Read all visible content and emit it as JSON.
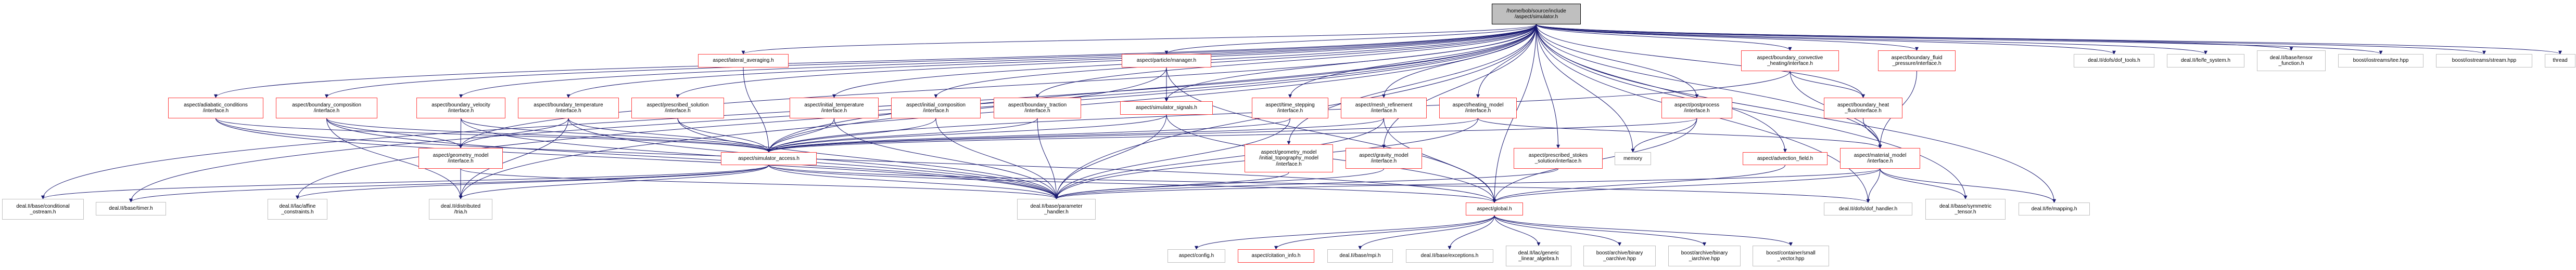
{
  "colors": {
    "edge": "#191970",
    "highlighted_border": "#ff3b3b",
    "plain_border": "#bfbfbf",
    "root_fill": "#bfbfbf"
  },
  "nodes": [
    {
      "id": "simulator",
      "label": "/home/bob/source/include\n/aspect/simulator.h",
      "kind": "root"
    },
    {
      "id": "conditional_ostream",
      "label": "deal.II/base/conditional\n_ostream.h",
      "kind": "plain"
    },
    {
      "id": "timer",
      "label": "deal.II/base/timer.h",
      "kind": "plain"
    },
    {
      "id": "affine_constraints",
      "label": "deal.II/lac/affine\n_constraints.h",
      "kind": "plain"
    },
    {
      "id": "adiabatic",
      "label": "aspect/adiabatic_conditions\n/interface.h",
      "kind": "red"
    },
    {
      "id": "boundary_composition",
      "label": "aspect/boundary_composition\n/interface.h",
      "kind": "red"
    },
    {
      "id": "boundary_velocity",
      "label": "aspect/boundary_velocity\n/interface.h",
      "kind": "red"
    },
    {
      "id": "boundary_temperature",
      "label": "aspect/boundary_temperature\n/interface.h",
      "kind": "red"
    },
    {
      "id": "prescribed_solution",
      "label": "aspect/prescribed_solution\n/interface.h",
      "kind": "red"
    },
    {
      "id": "lateral_averaging",
      "label": "aspect/lateral_averaging.h",
      "kind": "red"
    },
    {
      "id": "geometry_model",
      "label": "aspect/geometry_model\n/interface.h",
      "kind": "red"
    },
    {
      "id": "distributed_tria",
      "label": "deal.II/distributed\n/tria.h",
      "kind": "plain"
    },
    {
      "id": "simulator_access",
      "label": "aspect/simulator_access.h",
      "kind": "red"
    },
    {
      "id": "initial_temperature",
      "label": "aspect/initial_temperature\n/interface.h",
      "kind": "red"
    },
    {
      "id": "initial_composition",
      "label": "aspect/initial_composition\n/interface.h",
      "kind": "red"
    },
    {
      "id": "boundary_traction",
      "label": "aspect/boundary_traction\n/interface.h",
      "kind": "red"
    },
    {
      "id": "parameter_handler",
      "label": "deal.II/base/parameter\n_handler.h",
      "kind": "plain"
    },
    {
      "id": "particle_manager",
      "label": "aspect/particle/manager.h",
      "kind": "red"
    },
    {
      "id": "simulator_signals",
      "label": "aspect/simulator_signals.h",
      "kind": "red"
    },
    {
      "id": "time_stepping",
      "label": "aspect/time_stepping\n/interface.h",
      "kind": "red"
    },
    {
      "id": "mesh_refinement",
      "label": "aspect/mesh_refinement\n/interface.h",
      "kind": "red"
    },
    {
      "id": "heating_model",
      "label": "aspect/heating_model\n/interface.h",
      "kind": "red"
    },
    {
      "id": "initial_topography",
      "label": "aspect/geometry_model\n/initial_topography_model\n/interface.h",
      "kind": "red"
    },
    {
      "id": "gravity_model",
      "label": "aspect/gravity_model\n/interface.h",
      "kind": "red"
    },
    {
      "id": "global",
      "label": "aspect/global.h",
      "kind": "red"
    },
    {
      "id": "prescribed_stokes",
      "label": "aspect/prescribed_stokes\n_solution/interface.h",
      "kind": "red"
    },
    {
      "id": "memory",
      "label": "memory",
      "kind": "plain"
    },
    {
      "id": "postprocess",
      "label": "aspect/postprocess\n/interface.h",
      "kind": "red"
    },
    {
      "id": "boundary_convective",
      "label": "aspect/boundary_convective\n_heating/interface.h",
      "kind": "red"
    },
    {
      "id": "advection_field",
      "label": "aspect/advection_field.h",
      "kind": "red"
    },
    {
      "id": "boundary_fluid",
      "label": "aspect/boundary_fluid\n_pressure/interface.h",
      "kind": "red"
    },
    {
      "id": "boundary_heat_flux",
      "label": "aspect/boundary_heat\n_flux/interface.h",
      "kind": "red"
    },
    {
      "id": "material_model",
      "label": "aspect/material_model\n/interface.h",
      "kind": "red"
    },
    {
      "id": "dof_handler",
      "label": "deal.II/dofs/dof_handler.h",
      "kind": "plain"
    },
    {
      "id": "symmetric_tensor",
      "label": "deal.II/base/symmetric\n_tensor.h",
      "kind": "plain"
    },
    {
      "id": "mapping",
      "label": "deal.II/fe/mapping.h",
      "kind": "plain"
    },
    {
      "id": "dof_tools",
      "label": "deal.II/dofs/dof_tools.h",
      "kind": "plain"
    },
    {
      "id": "fe_system",
      "label": "deal.II/fe/fe_system.h",
      "kind": "plain"
    },
    {
      "id": "tensor_function",
      "label": "deal.II/base/tensor\n_function.h",
      "kind": "plain"
    },
    {
      "id": "tee",
      "label": "boost/iostreams/tee.hpp",
      "kind": "plain"
    },
    {
      "id": "stream",
      "label": "boost/iostreams/stream.hpp",
      "kind": "plain"
    },
    {
      "id": "thread",
      "label": "thread",
      "kind": "plain"
    },
    {
      "id": "config",
      "label": "aspect/config.h",
      "kind": "plain"
    },
    {
      "id": "citation_info",
      "label": "aspect/citation_info.h",
      "kind": "red"
    },
    {
      "id": "mpi",
      "label": "deal.II/base/mpi.h",
      "kind": "plain"
    },
    {
      "id": "exceptions",
      "label": "deal.II/base/exceptions.h",
      "kind": "plain"
    },
    {
      "id": "generic_linear_algebra",
      "label": "deal.II/lac/generic\n_linear_algebra.h",
      "kind": "plain"
    },
    {
      "id": "binary_oarchive",
      "label": "boost/archive/binary\n_oarchive.hpp",
      "kind": "plain"
    },
    {
      "id": "binary_iarchive",
      "label": "boost/archive/binary\n_iarchive.hpp",
      "kind": "plain"
    },
    {
      "id": "small_vector",
      "label": "boost/container/small\n_vector.hpp",
      "kind": "plain"
    }
  ],
  "edges": [
    [
      "simulator",
      "conditional_ostream"
    ],
    [
      "simulator",
      "timer"
    ],
    [
      "simulator",
      "affine_constraints"
    ],
    [
      "simulator",
      "adiabatic"
    ],
    [
      "simulator",
      "boundary_composition"
    ],
    [
      "simulator",
      "boundary_velocity"
    ],
    [
      "simulator",
      "boundary_temperature"
    ],
    [
      "simulator",
      "prescribed_solution"
    ],
    [
      "simulator",
      "lateral_averaging"
    ],
    [
      "simulator",
      "geometry_model"
    ],
    [
      "simulator",
      "distributed_tria"
    ],
    [
      "simulator",
      "simulator_access"
    ],
    [
      "simulator",
      "initial_temperature"
    ],
    [
      "simulator",
      "initial_composition"
    ],
    [
      "simulator",
      "boundary_traction"
    ],
    [
      "simulator",
      "parameter_handler"
    ],
    [
      "simulator",
      "particle_manager"
    ],
    [
      "simulator",
      "simulator_signals"
    ],
    [
      "simulator",
      "time_stepping"
    ],
    [
      "simulator",
      "mesh_refinement"
    ],
    [
      "simulator",
      "heating_model"
    ],
    [
      "simulator",
      "initial_topography"
    ],
    [
      "simulator",
      "gravity_model"
    ],
    [
      "simulator",
      "global"
    ],
    [
      "simulator",
      "prescribed_stokes"
    ],
    [
      "simulator",
      "memory"
    ],
    [
      "simulator",
      "postprocess"
    ],
    [
      "simulator",
      "boundary_convective"
    ],
    [
      "simulator",
      "advection_field"
    ],
    [
      "simulator",
      "boundary_fluid"
    ],
    [
      "simulator",
      "boundary_heat_flux"
    ],
    [
      "simulator",
      "material_model"
    ],
    [
      "simulator",
      "dof_handler"
    ],
    [
      "simulator",
      "symmetric_tensor"
    ],
    [
      "simulator",
      "mapping"
    ],
    [
      "simulator",
      "dof_tools"
    ],
    [
      "simulator",
      "fe_system"
    ],
    [
      "simulator",
      "tensor_function"
    ],
    [
      "simulator",
      "tee"
    ],
    [
      "simulator",
      "stream"
    ],
    [
      "simulator",
      "thread"
    ],
    [
      "adiabatic",
      "simulator_access"
    ],
    [
      "adiabatic",
      "parameter_handler"
    ],
    [
      "adiabatic",
      "global"
    ],
    [
      "boundary_composition",
      "simulator_access"
    ],
    [
      "boundary_composition",
      "geometry_model"
    ],
    [
      "boundary_composition",
      "distributed_tria"
    ],
    [
      "boundary_composition",
      "parameter_handler"
    ],
    [
      "boundary_velocity",
      "geometry_model"
    ],
    [
      "boundary_velocity",
      "simulator_access"
    ],
    [
      "boundary_velocity",
      "parameter_handler"
    ],
    [
      "boundary_temperature",
      "geometry_model"
    ],
    [
      "boundary_temperature",
      "distributed_tria"
    ],
    [
      "boundary_temperature",
      "simulator_access"
    ],
    [
      "boundary_temperature",
      "parameter_handler"
    ],
    [
      "prescribed_solution",
      "simulator_access"
    ],
    [
      "prescribed_solution",
      "parameter_handler"
    ],
    [
      "lateral_averaging",
      "simulator_access"
    ],
    [
      "geometry_model",
      "distributed_tria"
    ],
    [
      "geometry_model",
      "parameter_handler"
    ],
    [
      "simulator_access",
      "conditional_ostream"
    ],
    [
      "simulator_access",
      "timer"
    ],
    [
      "simulator_access",
      "affine_constraints"
    ],
    [
      "simulator_access",
      "distributed_tria"
    ],
    [
      "simulator_access",
      "parameter_handler"
    ],
    [
      "simulator_access",
      "global"
    ],
    [
      "simulator_access",
      "dof_handler"
    ],
    [
      "initial_temperature",
      "simulator_access"
    ],
    [
      "initial_temperature",
      "parameter_handler"
    ],
    [
      "initial_composition",
      "simulator_access"
    ],
    [
      "initial_composition",
      "parameter_handler"
    ],
    [
      "boundary_traction",
      "simulator_access"
    ],
    [
      "boundary_traction",
      "parameter_handler"
    ],
    [
      "particle_manager",
      "simulator_signals"
    ],
    [
      "particle_manager",
      "simulator_access"
    ],
    [
      "particle_manager",
      "global"
    ],
    [
      "simulator_signals",
      "simulator_access"
    ],
    [
      "simulator_signals",
      "parameter_handler"
    ],
    [
      "simulator_signals",
      "global"
    ],
    [
      "time_stepping",
      "simulator_access"
    ],
    [
      "time_stepping",
      "parameter_handler"
    ],
    [
      "mesh_refinement",
      "simulator_access"
    ],
    [
      "mesh_refinement",
      "parameter_handler"
    ],
    [
      "mesh_refinement",
      "global"
    ],
    [
      "heating_model",
      "simulator_access"
    ],
    [
      "heating_model",
      "material_model"
    ],
    [
      "heating_model",
      "parameter_handler"
    ],
    [
      "initial_topography",
      "parameter_handler"
    ],
    [
      "gravity_model",
      "parameter_handler"
    ],
    [
      "prescribed_stokes",
      "parameter_handler"
    ],
    [
      "postprocess",
      "memory"
    ],
    [
      "postprocess",
      "global"
    ],
    [
      "postprocess",
      "simulator_access"
    ],
    [
      "boundary_convective",
      "boundary_heat_flux"
    ],
    [
      "boundary_convective",
      "material_model"
    ],
    [
      "boundary_convective",
      "simulator_access"
    ],
    [
      "advection_field",
      "global"
    ],
    [
      "boundary_fluid",
      "material_model"
    ],
    [
      "boundary_heat_flux",
      "material_model"
    ],
    [
      "material_model",
      "dof_handler"
    ],
    [
      "material_model",
      "symmetric_tensor"
    ],
    [
      "material_model",
      "mapping"
    ],
    [
      "material_model",
      "global"
    ],
    [
      "material_model",
      "parameter_handler"
    ],
    [
      "global",
      "config"
    ],
    [
      "global",
      "citation_info"
    ],
    [
      "global",
      "mpi"
    ],
    [
      "global",
      "exceptions"
    ],
    [
      "global",
      "generic_linear_algebra"
    ],
    [
      "global",
      "binary_oarchive"
    ],
    [
      "global",
      "binary_iarchive"
    ],
    [
      "global",
      "small_vector"
    ]
  ]
}
